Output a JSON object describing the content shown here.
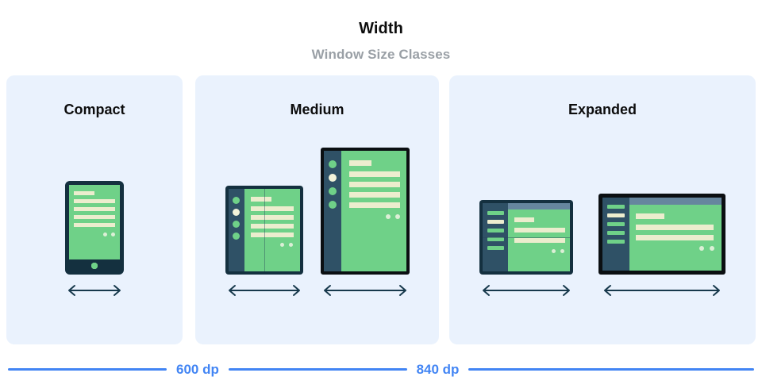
{
  "header": {
    "title": "Width",
    "subtitle": "Window Size Classes"
  },
  "panels": [
    {
      "id": "compact",
      "title": "Compact",
      "devices": [
        {
          "name": "phone",
          "type": "phone-portrait"
        }
      ]
    },
    {
      "id": "medium",
      "title": "Medium",
      "devices": [
        {
          "name": "foldable-unfolded-portrait",
          "type": "foldable-portrait"
        },
        {
          "name": "tablet-portrait",
          "type": "tablet-portrait"
        }
      ]
    },
    {
      "id": "expanded",
      "title": "Expanded",
      "devices": [
        {
          "name": "foldable-unfolded-landscape",
          "type": "foldable-landscape"
        },
        {
          "name": "tablet-landscape",
          "type": "tablet-landscape"
        }
      ]
    }
  ],
  "scale": {
    "breakpoints": [
      {
        "label": "600 dp"
      },
      {
        "label": "840 dp"
      }
    ]
  },
  "colors": {
    "panel_background": "#eaf2fd",
    "page_background": "#ffffff",
    "device_frame_navy": "#14303F",
    "device_frame_black": "#0b0f12",
    "screen_green": "#6FD188",
    "content_cream": "#ECEDCE",
    "nav_rail_slate": "#2F5166",
    "app_bar_blue_gray": "#66869E",
    "accent_blue": "#4285F4",
    "title_text": "#0d0d0d",
    "subtitle_text": "#9aa0a6"
  },
  "icons": {
    "width_arrow": "double-headed-horizontal-arrow"
  }
}
